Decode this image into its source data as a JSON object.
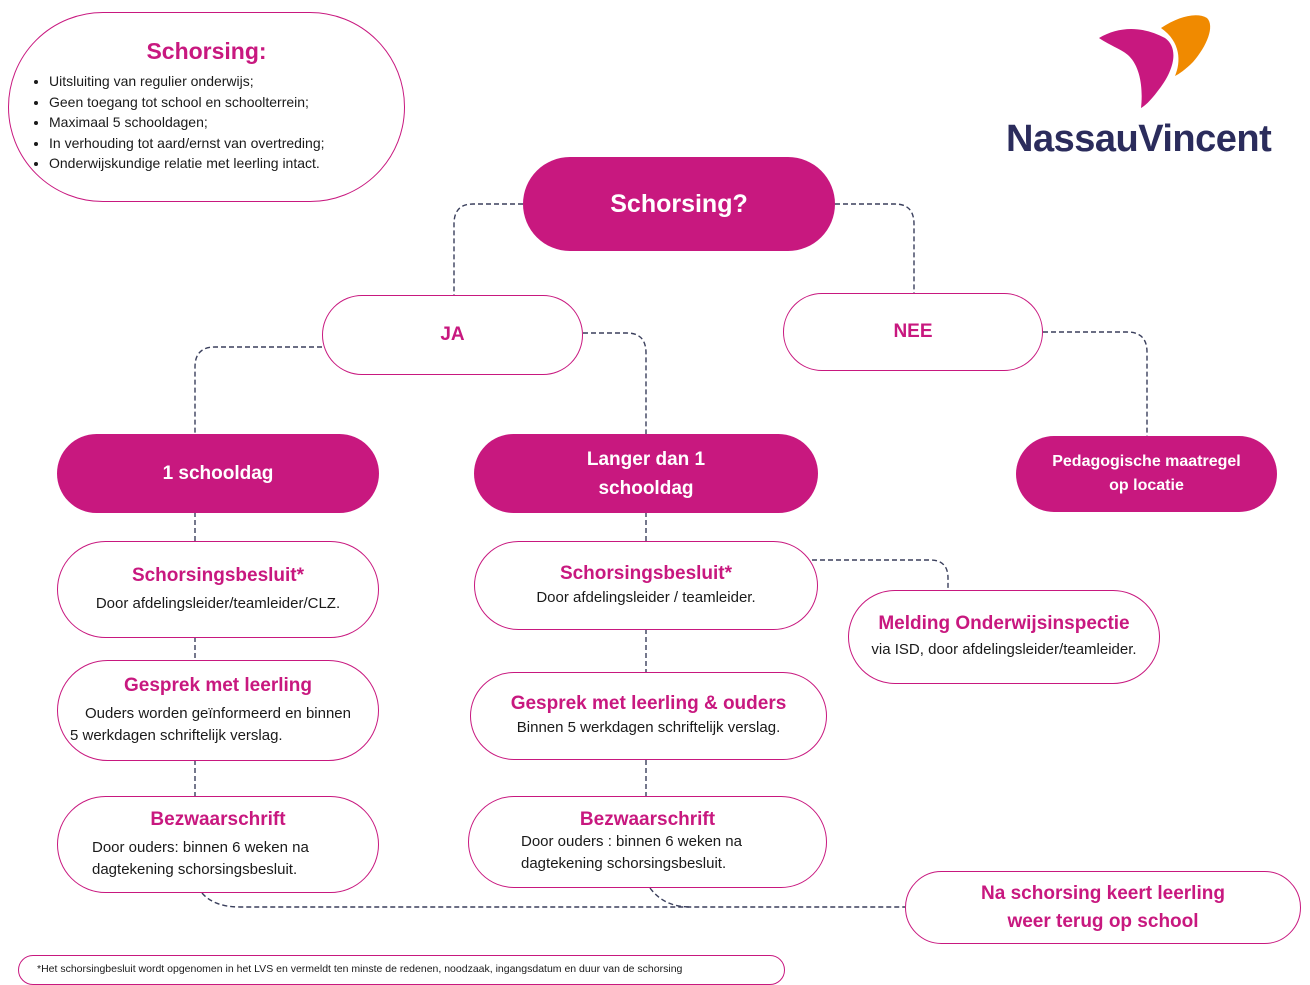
{
  "info_box": {
    "title": "Schorsing:",
    "items": [
      "Uitsluiting van regulier onderwijs;",
      "Geen toegang tot school en schoolterrein;",
      "Maximaal 5 schooldagen;",
      "In verhouding tot aard/ernst van overtreding;",
      "Onderwijskundige relatie met leerling intact."
    ]
  },
  "logo": {
    "text": "NassauVincent",
    "colors": {
      "magenta": "#c8187f",
      "orange": "#f08a00",
      "navy": "#2b2c5c"
    }
  },
  "root": {
    "label": "Schorsing?"
  },
  "ja": {
    "label": "JA"
  },
  "nee": {
    "label": "NEE"
  },
  "left": {
    "head": "1 schooldag",
    "besluit": {
      "title": "Schorsingsbesluit*",
      "text": "Door afdelingsleider/teamleider/CLZ."
    },
    "gesprek": {
      "title": "Gesprek met leerling",
      "text1": "Ouders worden geïnformeerd en binnen",
      "text2": "5 werkdagen schriftelijk verslag."
    },
    "bezwaar": {
      "title": "Bezwaarschrift",
      "text1": "Door ouders: binnen 6 weken na",
      "text2": "dagtekening schorsingsbesluit."
    }
  },
  "middle": {
    "head1": "Langer dan 1",
    "head2": "schooldag",
    "besluit": {
      "title": "Schorsingsbesluit*",
      "text": "Door afdelingsleider / teamleider."
    },
    "gesprek": {
      "title": "Gesprek met leerling & ouders",
      "text": "Binnen 5 werkdagen schriftelijk verslag."
    },
    "bezwaar": {
      "title": "Bezwaarschrift",
      "text1": "Door ouders : binnen 6 weken na",
      "text2": "dagtekening schorsingsbesluit."
    }
  },
  "melding": {
    "title": "Melding Onderwijsinspectie",
    "text": "via ISD, door afdelingsleider/teamleider."
  },
  "pedagogisch": {
    "line1": "Pedagogische maatregel",
    "line2": "op locatie"
  },
  "terug": {
    "line1": "Na schorsing keert leerling",
    "line2": "weer terug op school"
  },
  "footnote": "*Het schorsingbesluit wordt opgenomen in het LVS en vermeldt ten minste de redenen, noodzaak, ingangsdatum en duur van de schorsing",
  "colors": {
    "accent": "#c8187f",
    "connector": "#3a3f5c"
  }
}
